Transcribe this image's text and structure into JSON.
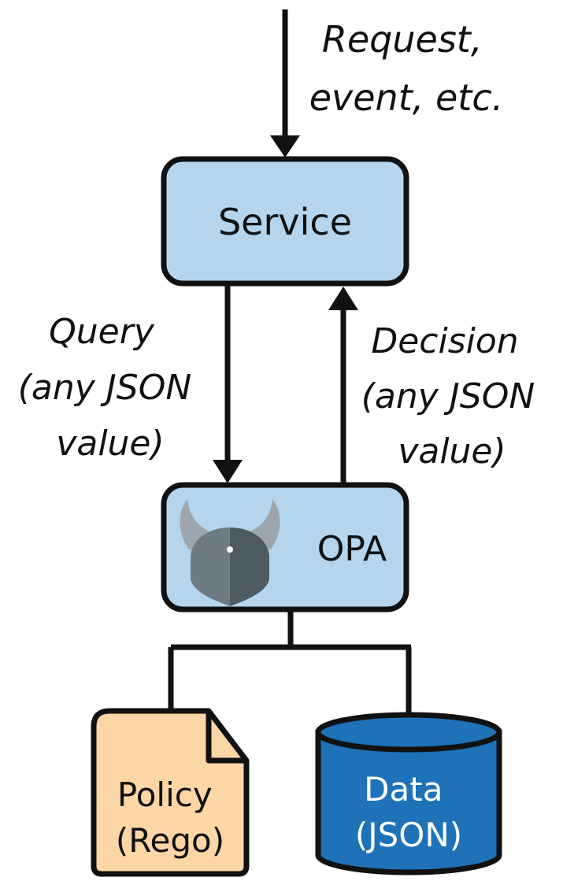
{
  "input_label": {
    "line1": "Request,",
    "line2": "event, etc."
  },
  "service": {
    "label": "Service"
  },
  "query_label": {
    "line1": "Query",
    "line2": "(any JSON",
    "line3": "value)"
  },
  "decision_label": {
    "line1": "Decision",
    "line2": "(any JSON",
    "line3": "value)"
  },
  "opa": {
    "label": "OPA",
    "logo_icon": "opa-viking-helmet-icon"
  },
  "policy": {
    "line1": "Policy",
    "line2": "(Rego)"
  },
  "data_store": {
    "line1": "Data",
    "line2": "(JSON)"
  },
  "colors": {
    "box_fill": "#b5d5ee",
    "policy_fill": "#fcd6a5",
    "data_fill": "#1d72b8",
    "stroke": "#111111"
  }
}
